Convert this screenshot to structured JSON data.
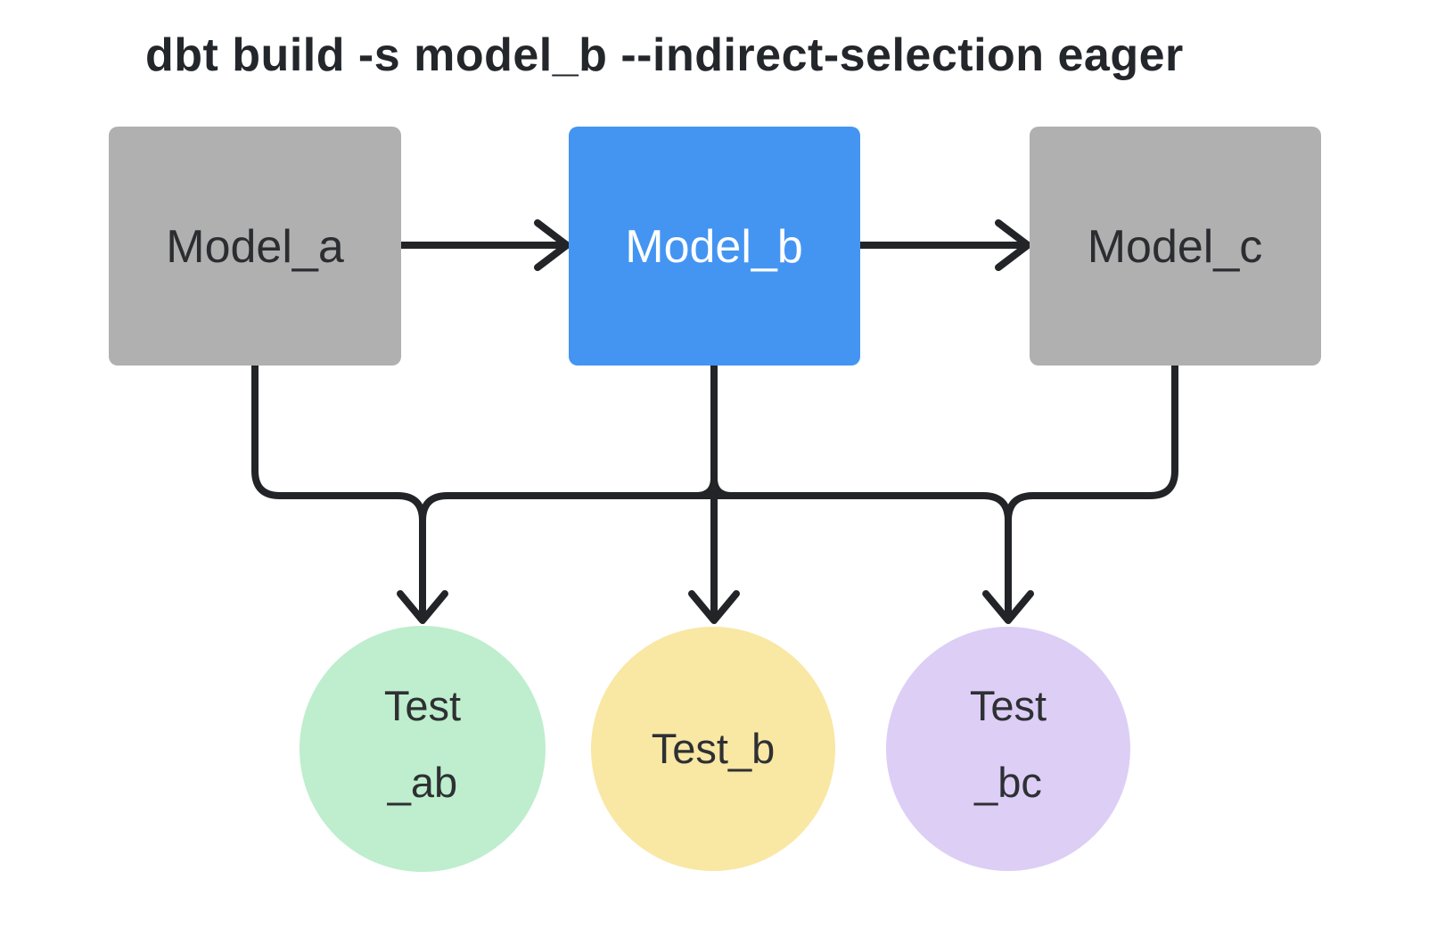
{
  "title": "dbt build -s model_b --indirect-selection eager",
  "colors": {
    "background": "#ffffff",
    "title_text": "#23262a",
    "edge": "#222427",
    "model_default_fill": "#b0b0b0",
    "model_selected_fill": "#4495f2",
    "model_text_dark": "#2b2d30",
    "model_text_light": "#ffffff",
    "test_ab_fill": "#beeecd",
    "test_b_fill": "#f9e7a4",
    "test_bc_fill": "#ddcef6",
    "test_text": "#2e3033"
  },
  "nodes": {
    "model_a": {
      "label": "Model_a",
      "type": "model",
      "selected": false
    },
    "model_b": {
      "label": "Model_b",
      "type": "model",
      "selected": true
    },
    "model_c": {
      "label": "Model_c",
      "type": "model",
      "selected": false
    },
    "test_ab": {
      "label": "Test _ab",
      "type": "test",
      "lines": [
        "Test",
        "_ab"
      ]
    },
    "test_b": {
      "label": "Test_b",
      "type": "test",
      "lines": [
        "Test_b"
      ]
    },
    "test_bc": {
      "label": "Test _bc",
      "type": "test",
      "lines": [
        "Test",
        "_bc"
      ]
    }
  },
  "edges": [
    {
      "from": "model_a",
      "to": "model_b"
    },
    {
      "from": "model_b",
      "to": "model_c"
    },
    {
      "from": "model_a",
      "to": "test_ab"
    },
    {
      "from": "model_b",
      "to": "test_ab"
    },
    {
      "from": "model_b",
      "to": "test_b"
    },
    {
      "from": "model_b",
      "to": "test_bc"
    },
    {
      "from": "model_c",
      "to": "test_bc"
    }
  ]
}
